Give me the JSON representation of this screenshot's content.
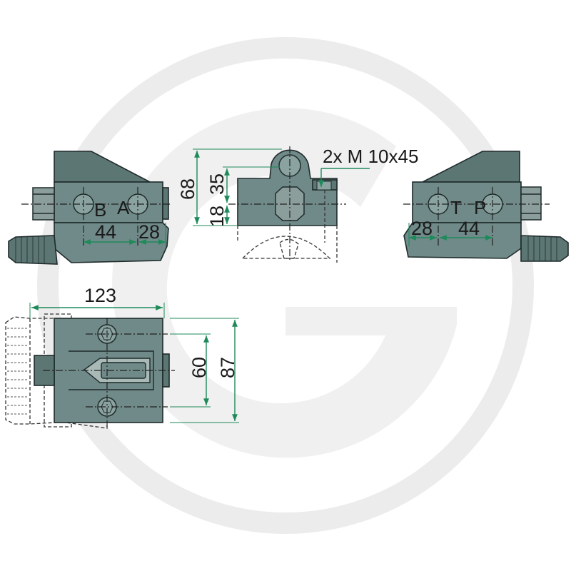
{
  "watermark": {
    "letter": "G"
  },
  "views": {
    "left_side": {
      "port_b": "B",
      "port_a": "A",
      "dim_44": "44",
      "dim_28": "28"
    },
    "front": {
      "dim_68": "68",
      "dim_35": "35",
      "dim_18": "18",
      "screw_note": "2x M 10x45"
    },
    "right_side": {
      "port_t": "T",
      "port_p": "P",
      "dim_28": "28",
      "dim_44": "44"
    },
    "top": {
      "dim_123": "123",
      "dim_60": "60",
      "dim_87": "87"
    }
  },
  "colors": {
    "body": "#6f8a88",
    "dimension_line": "#1e8a5a",
    "watermark": "#ececec"
  }
}
